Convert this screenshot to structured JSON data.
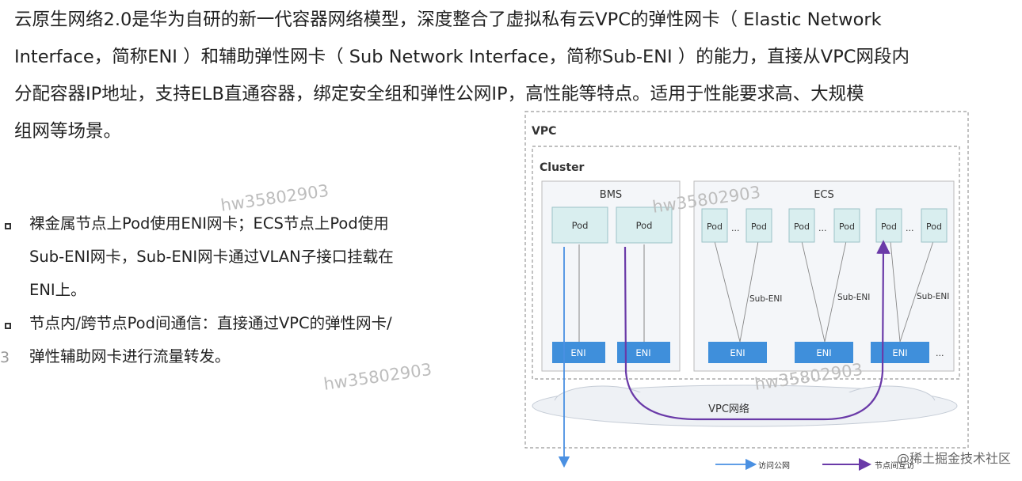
{
  "paragraph": {
    "lines": [
      "云原生网络2.0是华为自研的新一代容器网络模型，深度整合了虚拟私有云VPC的弹性网卡（ Elastic Network",
      "Interface，简称ENI ）和辅助弹性网卡（ Sub Network Interface，简称Sub-ENI ）的能力，直接从VPC网段内",
      "分配容器IP地址，支持ELB直通容器，绑定安全组和弹性公网IP，高性能等特点。适用于性能要求高、大规模",
      "组网等场景。"
    ]
  },
  "bullets": {
    "item1": [
      "裸金属节点上Pod使用ENI网卡；ECS节点上Pod使用",
      "Sub-ENI网卡，Sub-ENI网卡通过VLAN子接口挂载在",
      "ENI上。"
    ],
    "item2": [
      "节点内/跨节点Pod间通信：直接通过VPC的弹性网卡/",
      "弹性辅助网卡进行流量转发。"
    ]
  },
  "watermark": "hw35802903",
  "stray_char": "3",
  "diagram": {
    "vpc_label": "VPC",
    "cluster_label": "Cluster",
    "bms_label": "BMS",
    "ecs_label": "ECS",
    "pod_label": "Pod",
    "eni_label": "ENI",
    "sub_eni_label": "Sub-ENI",
    "ellipsis": "...",
    "cloud_label": "VPC网络",
    "legend_public": "访问公网",
    "legend_node": "节点间互访",
    "colors": {
      "public_arrow": "#4a90e2",
      "node_arrow": "#6a3aa8",
      "pod_fill": "#d9eeef",
      "eni_fill": "#3f8fdb"
    }
  },
  "credit": "@稀土掘金技术社区"
}
